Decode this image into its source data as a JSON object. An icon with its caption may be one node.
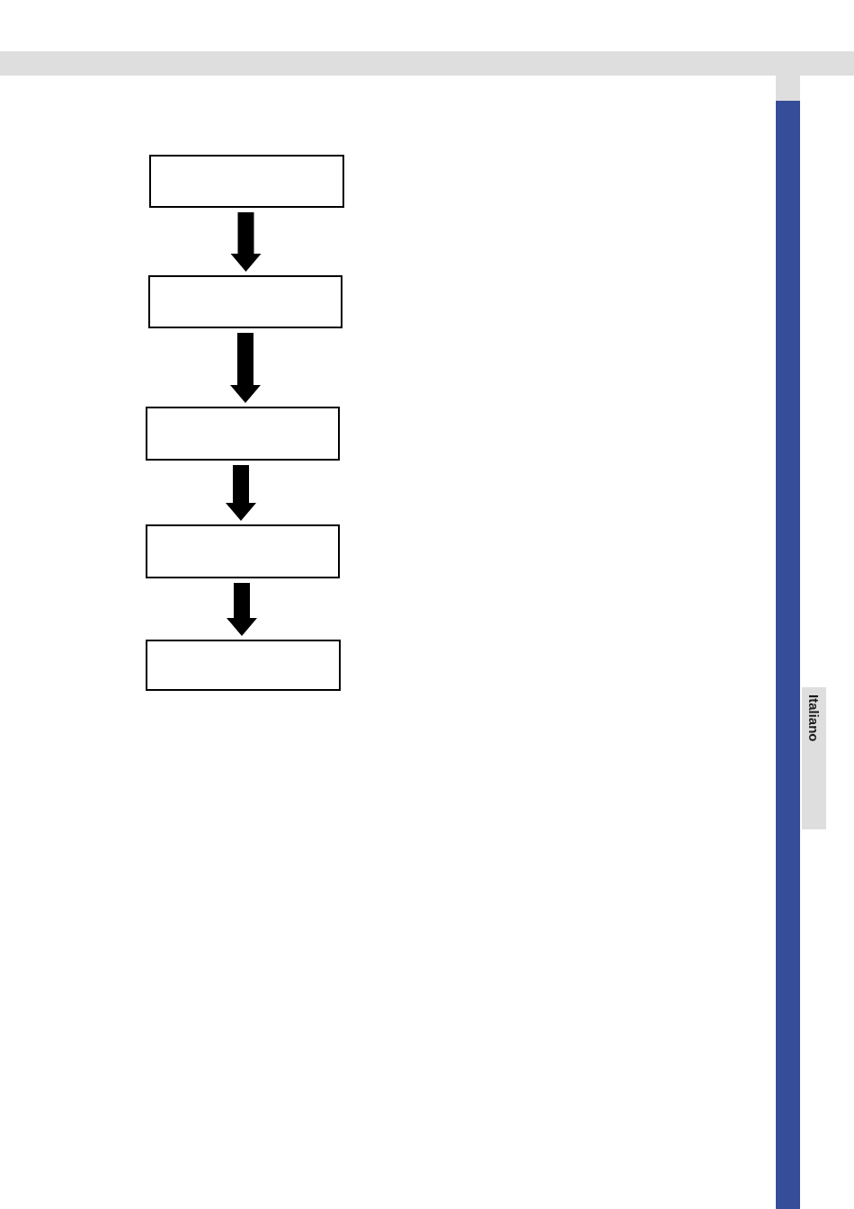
{
  "diagram": {
    "nodes": [
      {
        "text": [],
        "shape": "box"
      },
      {
        "text": [],
        "shape": "box"
      },
      {
        "text": [],
        "shape": "box"
      },
      {
        "text": [],
        "shape": "box"
      },
      {
        "text": [],
        "shape": "box"
      }
    ],
    "edges": [
      {
        "from": 0,
        "to": 1,
        "arrow": "to"
      },
      {
        "from": 1,
        "to": 2,
        "arrow": "to"
      },
      {
        "from": 2,
        "to": 3,
        "arrow": "to"
      },
      {
        "from": 3,
        "to": 4,
        "arrow": "to"
      }
    ],
    "labels": [
      "Italiano"
    ]
  }
}
